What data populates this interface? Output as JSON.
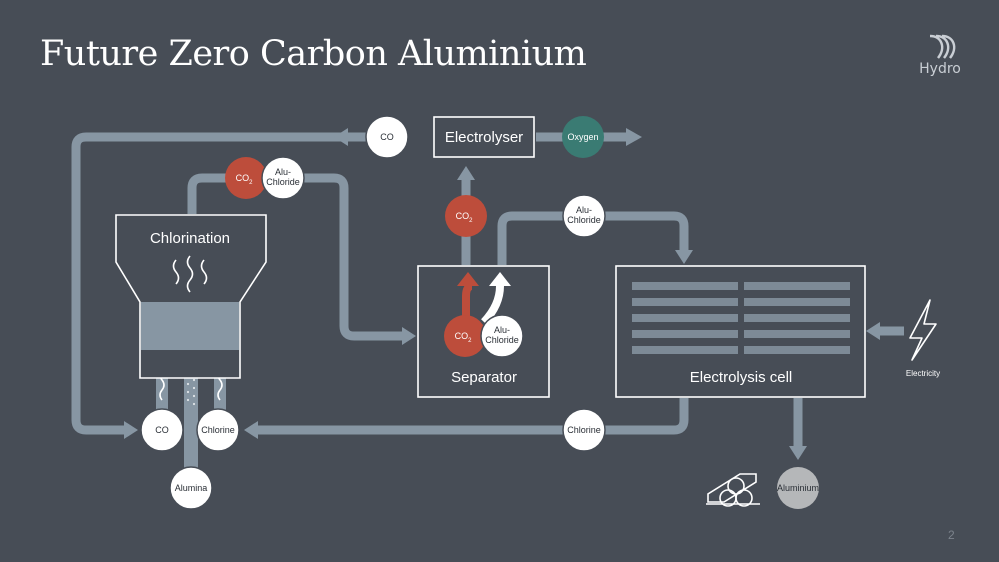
{
  "slide": {
    "title": "Future Zero Carbon Aluminium",
    "logo_text": "Hydro",
    "page_number": "2"
  },
  "diagram": {
    "units": {
      "chlorination": "Chlorination",
      "electrolyser": "Electrolyser",
      "separator": "Separator",
      "electrolysis_cell": "Electrolysis cell"
    },
    "bubbles": {
      "co_top": "CO",
      "oxygen": "Oxygen",
      "co2_top": "CO",
      "alu_chloride_top_1": "Alu-",
      "alu_chloride_top_2": "Chloride",
      "co2_mid": "CO",
      "alu_chloride_right_1": "Alu-",
      "alu_chloride_right_2": "Chloride",
      "co2_sep": "CO",
      "alu_chloride_sep_1": "Alu-",
      "alu_chloride_sep_2": "Chloride",
      "co_bottom": "CO",
      "chlorine_left": "Chlorine",
      "chlorine_right": "Chlorine",
      "alumina": "Alumina",
      "aluminium": "Aluminium"
    },
    "subscript_2": "2",
    "electricity_label": "Electricity",
    "colors": {
      "background": "#474d56",
      "pipe": "#8796a3",
      "co2": "#bd4d3b",
      "oxygen": "#3a7b73",
      "aluminium": "#b5b7b9"
    }
  }
}
